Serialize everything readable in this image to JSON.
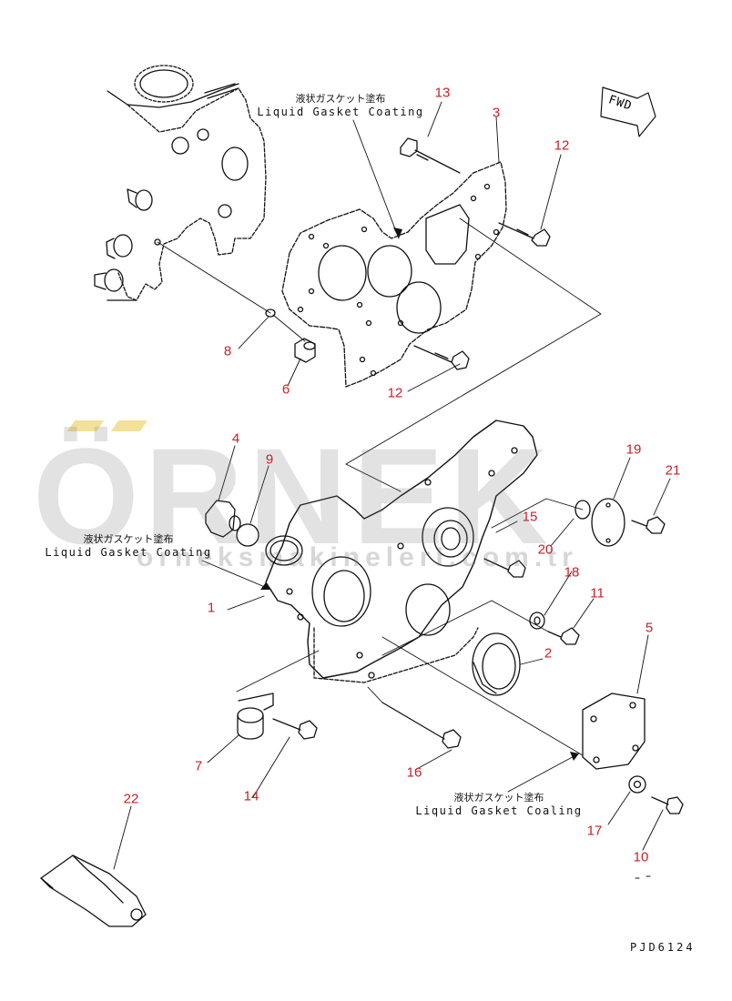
{
  "notes": {
    "liquid_gasket_jp": "液状ガスケット塗布",
    "liquid_gasket_en_top": "Liquid Gasket Coating",
    "liquid_gasket_en_left": "Liquid Gasket Coating",
    "liquid_gasket_en_bottom": "Liquid Gasket Coaling"
  },
  "fwd_label": "FWD",
  "drawing_number": "PJD6124",
  "watermark": {
    "logo_text": "ÖRNEK",
    "url": "orneksmakinelerI.com.tr"
  },
  "callouts": [
    {
      "id": "c13",
      "label": "13"
    },
    {
      "id": "c3",
      "label": "3"
    },
    {
      "id": "c12a",
      "label": "12"
    },
    {
      "id": "c8",
      "label": "8"
    },
    {
      "id": "c6",
      "label": "6"
    },
    {
      "id": "c12b",
      "label": "12"
    },
    {
      "id": "c4",
      "label": "4"
    },
    {
      "id": "c9",
      "label": "9"
    },
    {
      "id": "c19",
      "label": "19"
    },
    {
      "id": "c21",
      "label": "21"
    },
    {
      "id": "c15",
      "label": "15"
    },
    {
      "id": "c20",
      "label": "20"
    },
    {
      "id": "c18",
      "label": "18"
    },
    {
      "id": "c1",
      "label": "1"
    },
    {
      "id": "c11",
      "label": "11"
    },
    {
      "id": "c5",
      "label": "5"
    },
    {
      "id": "c2",
      "label": "2"
    },
    {
      "id": "c7",
      "label": "7"
    },
    {
      "id": "c14",
      "label": "14"
    },
    {
      "id": "c16",
      "label": "16"
    },
    {
      "id": "c17",
      "label": "17"
    },
    {
      "id": "c10",
      "label": "10"
    },
    {
      "id": "c22",
      "label": "22"
    }
  ],
  "colors": {
    "callout": "#c8202a",
    "line": "#111111"
  }
}
